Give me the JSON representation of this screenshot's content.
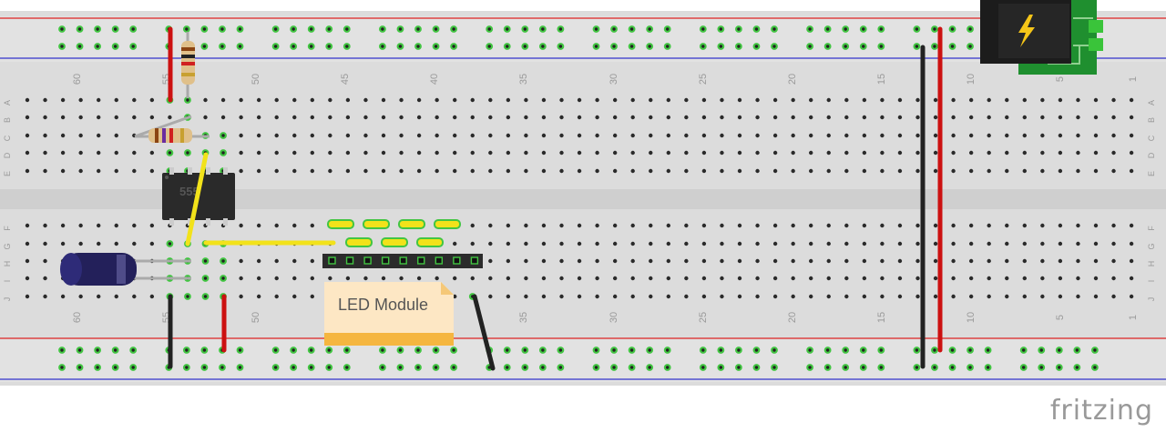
{
  "app": {
    "brand": "fritzing"
  },
  "breadboard": {
    "top_numbers": [
      "60",
      "55",
      "50",
      "45",
      "40",
      "35",
      "30",
      "25",
      "20",
      "15",
      "10",
      "5",
      "1"
    ],
    "bottom_numbers": [
      "60",
      "55",
      "50",
      "45",
      "40",
      "35",
      "30",
      "25",
      "20",
      "15",
      "10",
      "5",
      "1"
    ],
    "row_letters_top": [
      "A",
      "B",
      "C",
      "D",
      "E"
    ],
    "row_letters_bottom": [
      "F",
      "G",
      "H",
      "I",
      "J"
    ]
  },
  "components": {
    "ic_label": "555",
    "note_label": "LED Module"
  },
  "colors": {
    "board": "#d9d9d9",
    "rail_red": "#d22",
    "rail_blue": "#33c",
    "wire_red": "#cc1111",
    "wire_black": "#222222",
    "wire_yellow": "#f2e21a",
    "highlight_green": "#42c542",
    "power_jack_green": "#1f8f2f",
    "note_fill": "#fde7c4"
  }
}
